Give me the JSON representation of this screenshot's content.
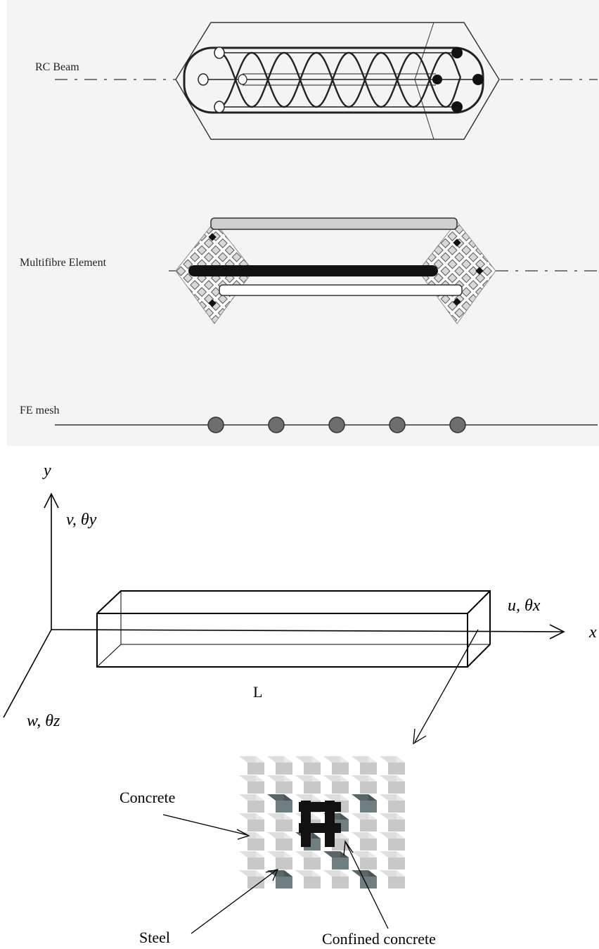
{
  "top_panel": {
    "background": "#f4f4f4",
    "rc_beam_label": "RC Beam",
    "multifibre_label": "Multifibre Element",
    "fe_mesh_label": "FE mesh",
    "fe_node_count": 5,
    "node_color": "#6e6e6e"
  },
  "axes": {
    "y_label": "y",
    "x_label": "x",
    "v_theta_y": "v, θy",
    "u_theta_x": "u, θx",
    "w_theta_z": "w, θz",
    "length_label": "L"
  },
  "section": {
    "concrete_label": "Concrete",
    "steel_label": "Steel",
    "confined_label": "Confined concrete",
    "concrete_color": "#c8c8c8",
    "steel_color": "#6f7f7f",
    "confined_color": "#111111"
  }
}
